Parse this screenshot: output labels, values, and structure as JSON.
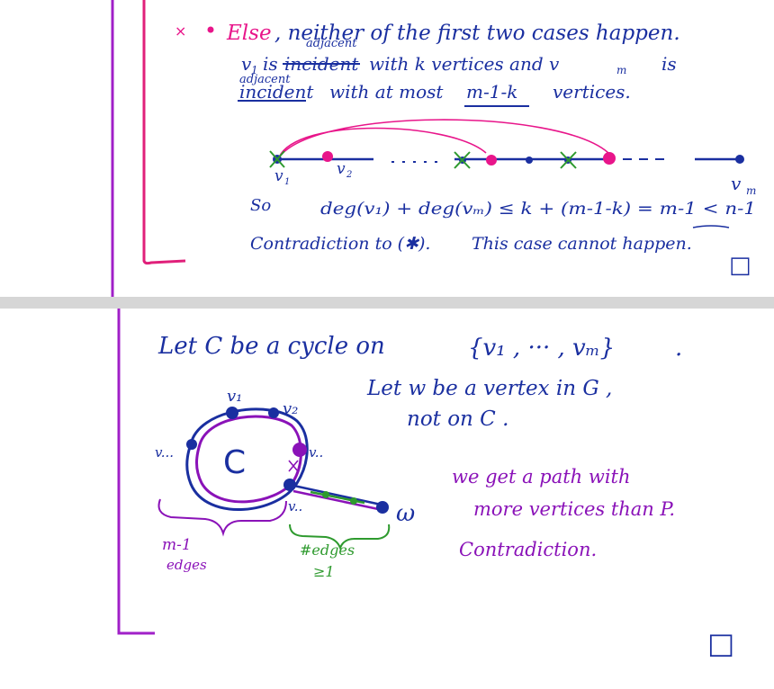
{
  "colors": {
    "ink_blue": "#1a2fa0",
    "ink_magenta": "#e8158a",
    "ink_purple": "#8a12b8",
    "ink_green": "#2e9a2e",
    "margin_line": "#a020c8",
    "margin_line_pink": "#e0207a",
    "divider": "#d6d6d6"
  },
  "top": {
    "bullet_x": "×",
    "case_label": "Else",
    "case_text": ", neither of the first two cases happen.",
    "line2_a": "v",
    "line2_sub": "1",
    "line2_b": "is",
    "line2_struck": "incident",
    "line2_inserted": "adjacent",
    "line2_c": "with k vertices and v",
    "line2_c_sub": "m",
    "line2_d": "is",
    "line3_struck": "incident",
    "line3_inserted": "adjacent",
    "line3_a": "with at most",
    "line3_underlined": "m-1-k",
    "line3_b": "vertices.",
    "path_label_v1": "v",
    "path_label_v1_sub": "1",
    "path_label_v2": "v",
    "path_label_v2_sub": "2",
    "path_label_dots": ". . . .",
    "path_label_dots2": "- - - .",
    "path_label_vm": "v",
    "path_label_vm_sub": "m",
    "so_label": "So",
    "inequality": "deg(v₁) + deg(vₘ) ≤ k + (m-1-k) = m-1 < n-1",
    "contradiction_line": "Contradiction to (✱).",
    "cannot_happen": "This case cannot happen.",
    "qed_symbol": "□"
  },
  "bottom": {
    "cycle_line_a": "Let C be a cycle on",
    "cycle_set": "{v₁ , ··· , vₘ}",
    "cycle_line_end": ".",
    "vertex_line1": "Let w be a vertex in G ,",
    "vertex_line2": "not on C .",
    "cycle_name": "C",
    "label_v1": "v₁",
    "label_v2": "v₂",
    "label_vdots_left": "v...",
    "label_vdots_right": "v..",
    "label_vdots_bottom": "v..",
    "label_w": "ω",
    "label_m1": "m-1",
    "label_edges": "edges",
    "label_hash_edges": "#edges",
    "label_ge1": "≥1",
    "green_note_1": "we get a path with",
    "green_note_2": "more vertices than P.",
    "contradiction": "Contradiction.",
    "qed_symbol": "□"
  }
}
